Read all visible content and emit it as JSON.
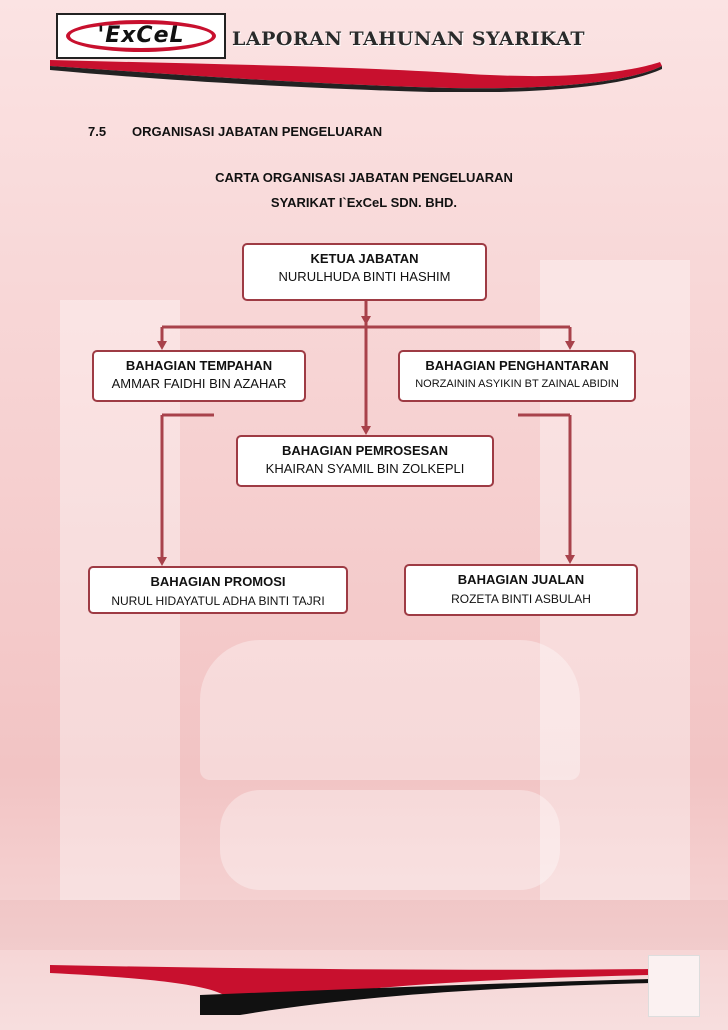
{
  "header": {
    "logo_text": "'ExCeL",
    "title": "LAPORAN TAHUNAN SYARIKAT"
  },
  "section": {
    "number": "7.5",
    "title": "ORGANISASI JABATAN PENGELUARAN"
  },
  "chart": {
    "title_line1": "CARTA ORGANISASI JABATAN PENGELUARAN",
    "title_line2": "SYARIKAT I`ExCeL SDN. BHD."
  },
  "org": {
    "head": {
      "title": "KETUA JABATAN",
      "name": "NURULHUDA BINTI HASHIM"
    },
    "tempahan": {
      "title": "BAHAGIAN TEMPAHAN",
      "name": "AMMAR FAIDHI BIN AZAHAR"
    },
    "penghantaran": {
      "title": "BAHAGIAN PENGHANTARAN",
      "name": "NORZAININ ASYIKIN BT ZAINAL ABIDIN"
    },
    "pemrosesan": {
      "title": "BAHAGIAN PEMROSESAN",
      "name": "KHAIRAN SYAMIL BIN ZOLKEPLI"
    },
    "promosi": {
      "title": "BAHAGIAN PROMOSI",
      "name": "NURUL HIDAYATUL ADHA BINTI TAJRI"
    },
    "jualan": {
      "title": "BAHAGIAN JUALAN",
      "name": "ROZETA BINTI ASBULAH"
    }
  },
  "colors": {
    "accent_red": "#c8102e",
    "box_border": "#9e3b44",
    "connector": "#a8424b"
  }
}
